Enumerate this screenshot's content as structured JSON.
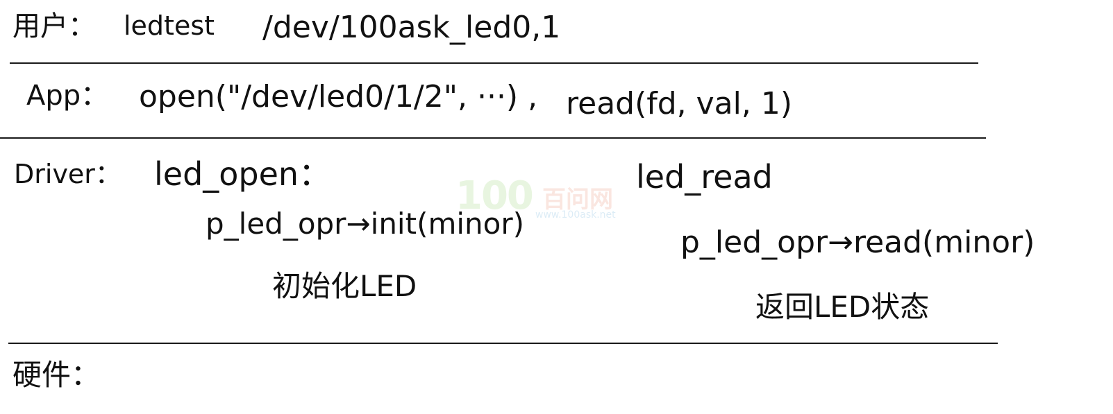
{
  "user": {
    "label": "用户：",
    "command": "ledtest",
    "args": "/dev/100ask_led0,1"
  },
  "app": {
    "label": "App：",
    "open_call": "open(\"/dev/led0/1/2\", ···) ,",
    "read_call": "read(fd, val, 1)"
  },
  "driver": {
    "label": "Driver：",
    "open_func": "led_open：",
    "open_call": "p_led_opr→init(minor)",
    "open_note": "初始化LED",
    "read_func": "led_read",
    "read_call": "p_led_opr→read(minor)",
    "read_note": "返回LED状态"
  },
  "hardware": {
    "label": "硬件："
  },
  "watermark": {
    "number": "100",
    "brand": "百问网",
    "url": "www.100ask.net"
  },
  "colors": {
    "ink": "#111111",
    "rule": "#1a1a1a",
    "watermark_green": "#bfe3a8",
    "watermark_red": "#f2b9a8",
    "watermark_blue": "#9cc9e6"
  }
}
